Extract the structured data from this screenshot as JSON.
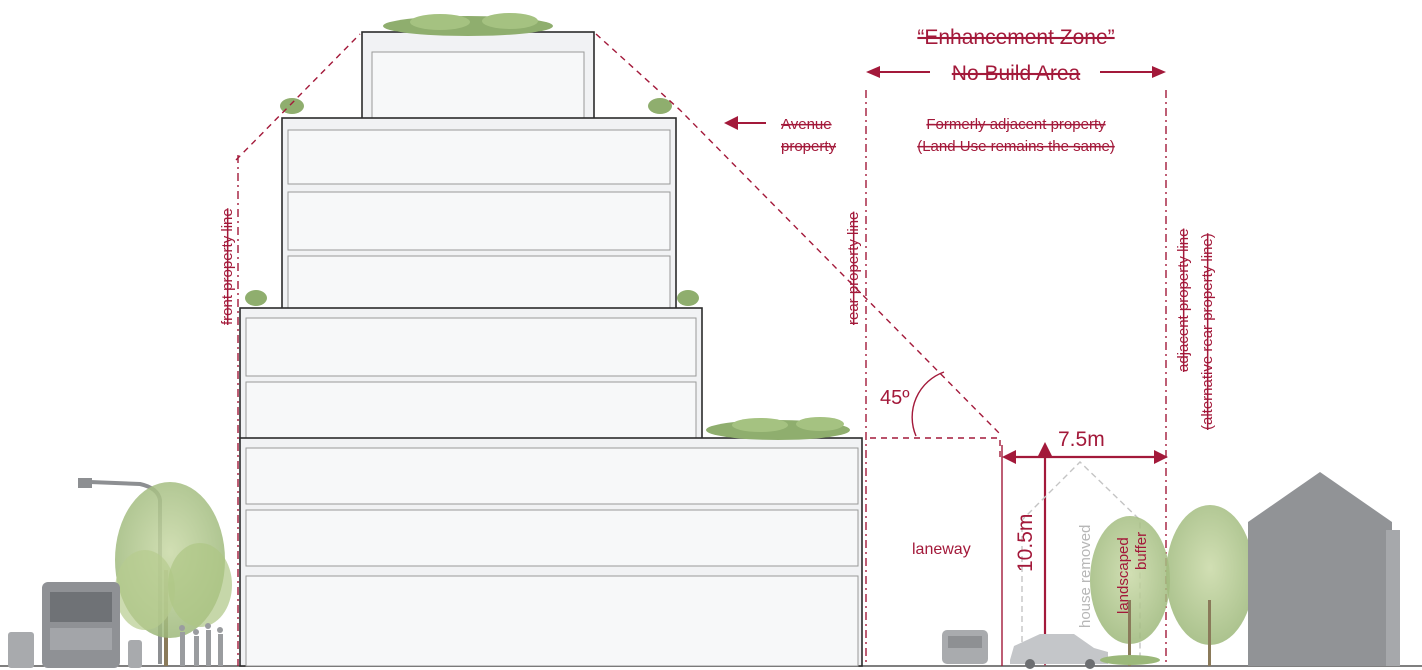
{
  "zone": {
    "title": "“Enhancement Zone”",
    "subtitle": "No Build Area"
  },
  "labels": {
    "avenue_line1": "Avenue",
    "avenue_line2": "property",
    "formerly_line1": "Formerly adjacent property",
    "formerly_line2": "(Land Use remains the same)",
    "front_property_line": "front property line",
    "rear_property_line": "rear property line",
    "adjacent_property_line": "adjacent  property line",
    "alternative_rear_property_line": "(alternative rear property line)",
    "angle": "45º",
    "depth": "7.5m",
    "height": "10.5m",
    "laneway": "laneway",
    "house_removed": "house removed",
    "landscaped": "landscaped",
    "buffer": "buffer"
  },
  "colors": {
    "accent": "#a3193a",
    "building_fill": "#f1f2f4",
    "building_line": "#2b2b2b",
    "ghost": "#b7b7b7"
  }
}
